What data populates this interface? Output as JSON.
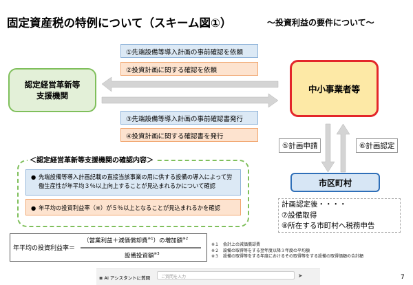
{
  "header": {
    "title": "固定資産税の特例について（スキーム図①）",
    "subtitle": "～投資利益の要件について～"
  },
  "entities": {
    "org": [
      "認定経営革新等",
      "支援機関"
    ],
    "sme": "中小事業者等",
    "city": "市区町村"
  },
  "steps": [
    "①先端設備等導入計画の事前確認を依頼",
    "②投資計画に関する確認を依頼",
    "③先端設備等導入計画の事前確認書発行",
    "④投資計画に関する確認書を発行"
  ],
  "vertical": {
    "apply": "⑤計画申請",
    "approve": "⑥計画認定"
  },
  "confirmation": {
    "title": "＜認定経営革新等支援機関の確認内容＞",
    "item1": "先端設備等導入計画記載の直接当該事業の用に供する設備の導入によって労働生産性が年平均３％以上向上することが見込まれるかについて確認",
    "item2": "年平均の投資利益率（※）が５％以上となることが見込まれるかを確認"
  },
  "after_approval": [
    "計画認定後・・・・",
    "⑦設備取得",
    "⑧所在する市町村へ税務申告"
  ],
  "formula": {
    "lhs": "年平均の投資利益率＝",
    "numerator": "（営業利益＋減価償却費",
    "numerator_sup": "※1",
    "numerator_tail": "）の増加額",
    "numerator_tail_sup": "※2",
    "denominator": "設備投資額",
    "denominator_sup": "※3"
  },
  "notes": [
    "※１　会計上の減価償却費",
    "※２　設備の取得等をする翌年度以降３年度の平均額",
    "※３　設備の取得等をする年度におけるその取得等をする設備の取得価額の合計額"
  ],
  "page_number": "7",
  "taskbar": {
    "ai_button": "AI アシスタントに質問",
    "search_placeholder": "ご質問を入力"
  },
  "colors": {
    "sme_border": "#e3262a",
    "city_border": "#2f6fb8",
    "org_border": "#7fbf5b"
  }
}
